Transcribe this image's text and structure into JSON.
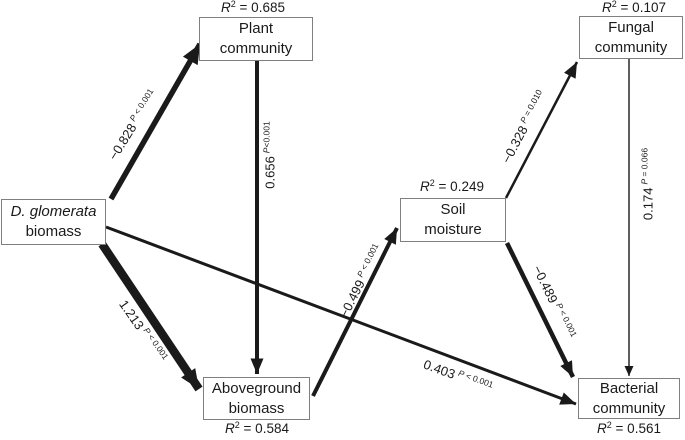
{
  "figure": {
    "kind": "structural-equation-model-path-diagram",
    "line_color": "#1a1a1a",
    "box_border_color": "#7f7f7f",
    "background": "#ffffff"
  },
  "symbols": {
    "r": "R",
    "r_sup": "2",
    "p": "P"
  },
  "nodes": {
    "dglom": {
      "line1": "D. glomerata",
      "line2": "biomass"
    },
    "plant": {
      "line1": "Plant",
      "line2": "community",
      "r2": " = 0.685"
    },
    "fungal": {
      "line1": "Fungal",
      "line2": "community",
      "r2": " = 0.107"
    },
    "soil": {
      "line1": "Soil",
      "line2": "moisture",
      "r2": " = 0.249"
    },
    "aboveground": {
      "line1": "Aboveground",
      "line2": "biomass",
      "r2": " = 0.584"
    },
    "bacterial": {
      "line1": "Bacterial",
      "line2": "community",
      "r2": " = 0.561"
    }
  },
  "paths": [
    {
      "from": "D. glomerata biomass",
      "to": "Plant community",
      "coef": "−0.828",
      "p": " < 0.001"
    },
    {
      "from": "Plant community",
      "to": "Aboveground biomass",
      "coef": "0.656",
      "p": "<0.001"
    },
    {
      "from": "D. glomerata biomass",
      "to": "Aboveground biomass",
      "coef": "1.213",
      "p": " < 0.001"
    },
    {
      "from": "Aboveground biomass",
      "to": "Soil moisture",
      "coef": "−0.499",
      "p": " < 0.001"
    },
    {
      "from": "D. glomerata biomass",
      "to": "Bacterial community",
      "coef": "0.403",
      "p": " < 0.001"
    },
    {
      "from": "Soil moisture",
      "to": "Fungal community",
      "coef": "−0.328",
      "p": " = 0.010"
    },
    {
      "from": "Soil moisture",
      "to": "Bacterial community",
      "coef": "−0.489",
      "p": " < 0.001"
    },
    {
      "from": "Fungal community",
      "to": "Bacterial community",
      "coef": "0.174",
      "p": " = 0.066"
    }
  ]
}
